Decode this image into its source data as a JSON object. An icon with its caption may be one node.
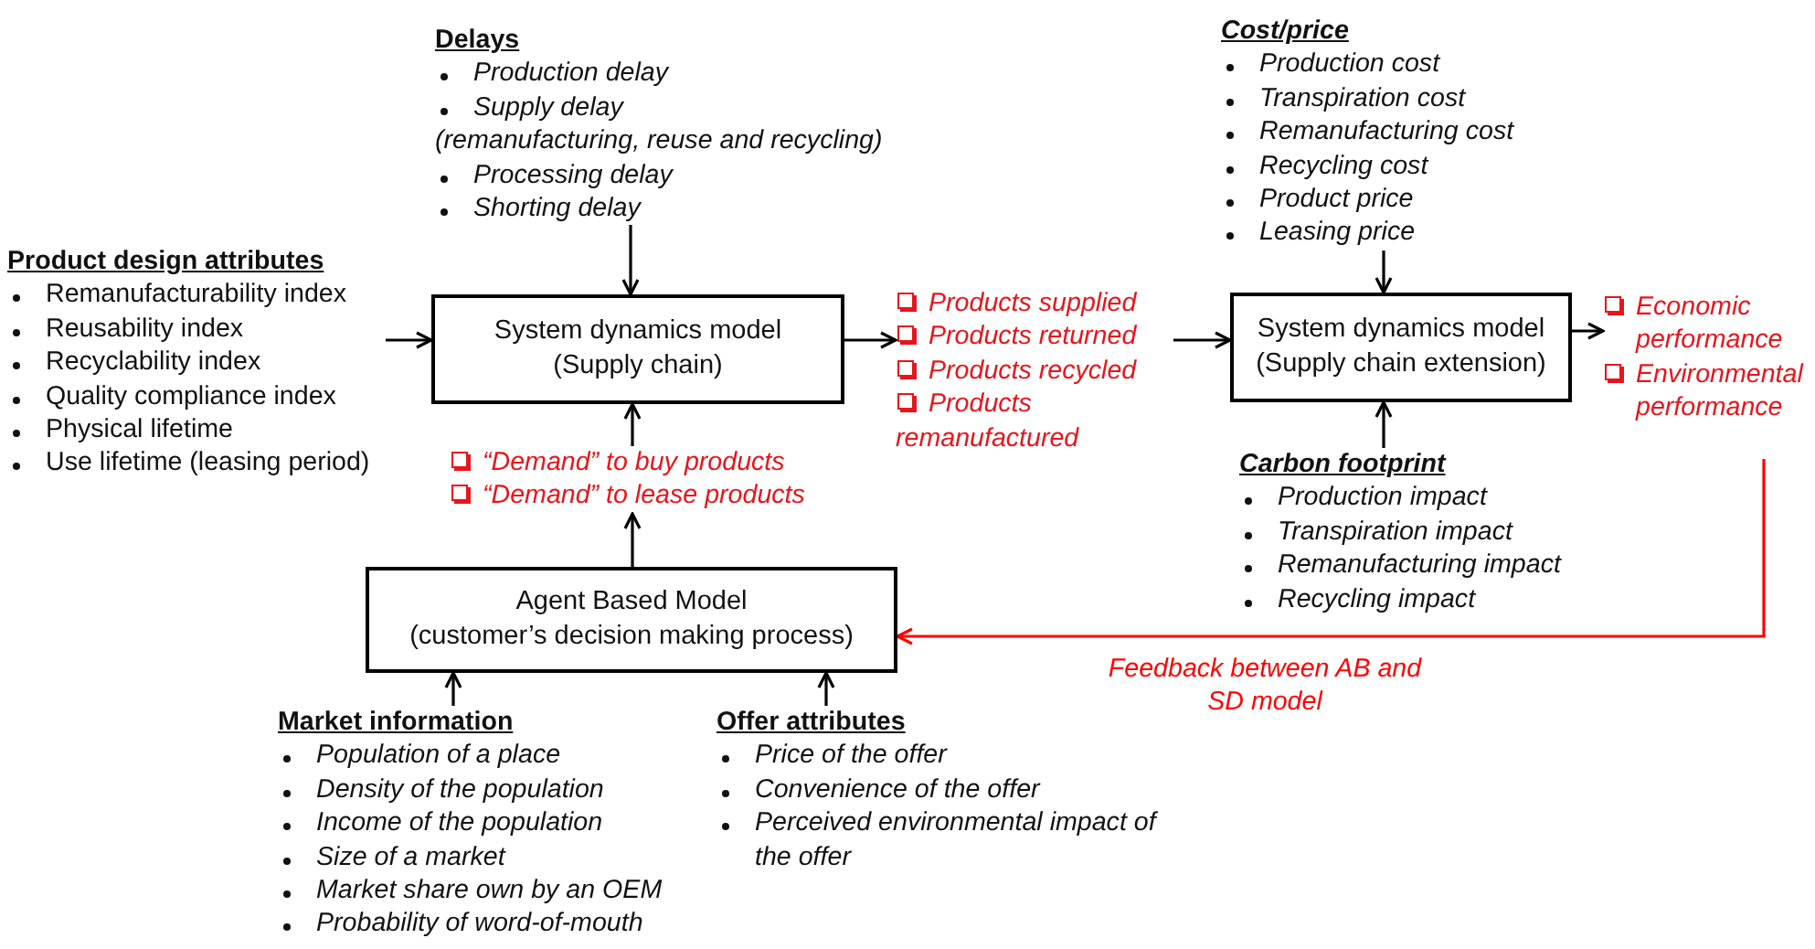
{
  "diagram": {
    "nodes": [
      {
        "text": [
          "Delays",
          "Production delay",
          "Supply delay",
          "(remanufacturing, reuse and recycling)",
          "Processing delay",
          "Shorting delay"
        ]
      },
      {
        "text": [
          "Product design attributes",
          "Remanufacturability index",
          "Reusability index",
          "Recyclability index",
          "Quality compliance index",
          "Physical lifetime",
          "Use lifetime  (leasing period)"
        ]
      },
      {
        "text": [
          "System dynamics model",
          "(Supply chain)"
        ]
      },
      {
        "text": [
          "Products supplied",
          "Products returned",
          "Products recycled",
          "Products remanufactured"
        ]
      },
      {
        "text": [
          "Cost/price",
          "Production cost",
          "Transpiration cost",
          "Remanufacturing cost",
          "Recycling cost",
          "Product price",
          "Leasing price"
        ]
      },
      {
        "text": [
          "System dynamics model",
          "(Supply chain extension)"
        ]
      },
      {
        "text": [
          "Economic performance",
          "Environmental performance"
        ]
      },
      {
        "text": [
          "Carbon footprint",
          "Production impact",
          "Transpiration impact",
          "Remanufacturing impact",
          "Recycling impact"
        ]
      },
      {
        "text": [
          "“Demand” to buy products",
          "“Demand” to lease products"
        ]
      },
      {
        "text": [
          "Agent Based Model",
          "(customer’s decision making process)"
        ]
      },
      {
        "text": [
          "Market information",
          "Population of a place",
          "Density of the population",
          "Income of the population",
          "Size of a market",
          "Market share own by an OEM",
          "Probability of word-of-mouth"
        ]
      },
      {
        "text": [
          "Offer attributes",
          "Price of the offer",
          "Convenience of the offer",
          "Perceived environmental impact of the offer"
        ]
      }
    ],
    "edges": [
      {
        "from": 0,
        "to": 2,
        "arrow": "to"
      },
      {
        "from": 1,
        "to": 2,
        "arrow": "to"
      },
      {
        "from": 2,
        "to": 3,
        "arrow": "to"
      },
      {
        "from": 3,
        "to": 5,
        "arrow": "to"
      },
      {
        "from": 4,
        "to": 5,
        "arrow": "to"
      },
      {
        "from": 7,
        "to": 5,
        "arrow": "to"
      },
      {
        "from": 5,
        "to": 6,
        "arrow": "to"
      },
      {
        "from": 8,
        "to": 2,
        "arrow": "to"
      },
      {
        "from": 9,
        "to": 8,
        "arrow": "to"
      },
      {
        "from": 10,
        "to": 9,
        "arrow": "to"
      },
      {
        "from": 11,
        "to": 9,
        "arrow": "to"
      },
      {
        "from": 6,
        "to": 9,
        "arrow": "to",
        "label": "Feedback between AB and SD model",
        "color": "#ff0000"
      }
    ]
  }
}
